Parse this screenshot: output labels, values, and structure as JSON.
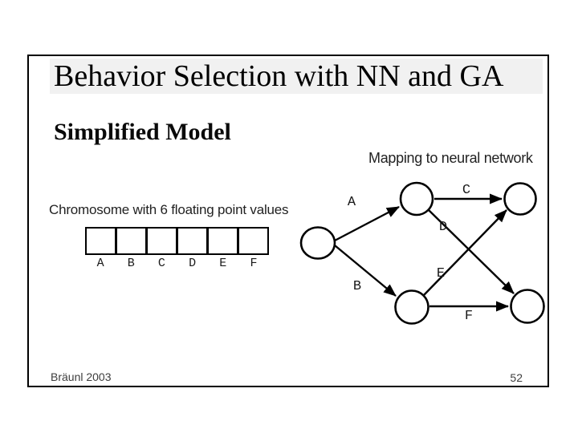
{
  "slide": {
    "title": "Behavior Selection with NN and GA",
    "subtitle": "Simplified Model",
    "footer": "Bräunl 2003",
    "page_number": "52"
  },
  "chromosome": {
    "caption": "Chromosome with 6 floating point values",
    "cell_labels": [
      "A",
      "B",
      "C",
      "D",
      "E",
      "F"
    ],
    "cell_values": [
      "",
      "",
      "",
      "",
      "",
      ""
    ]
  },
  "network": {
    "caption": "Mapping to neural network",
    "nodes": [
      {
        "id": "input",
        "layer": "input"
      },
      {
        "id": "hidden-top",
        "layer": "hidden"
      },
      {
        "id": "hidden-bottom",
        "layer": "hidden"
      },
      {
        "id": "output-top",
        "layer": "output"
      },
      {
        "id": "output-bottom",
        "layer": "output"
      }
    ],
    "edges": [
      {
        "label": "A",
        "from": "input",
        "to": "hidden-top"
      },
      {
        "label": "B",
        "from": "input",
        "to": "hidden-bottom"
      },
      {
        "label": "C",
        "from": "hidden-top",
        "to": "output-top"
      },
      {
        "label": "D",
        "from": "hidden-top",
        "to": "output-bottom"
      },
      {
        "label": "E",
        "from": "hidden-bottom",
        "to": "output-top"
      },
      {
        "label": "F",
        "from": "hidden-bottom",
        "to": "output-bottom"
      }
    ]
  },
  "colors": {
    "title_bar_bg": "#f1f1f1",
    "slide_border": "#000000",
    "ink": "#000000",
    "text_gray": "#222222",
    "footer_gray": "#3d3d3d"
  }
}
